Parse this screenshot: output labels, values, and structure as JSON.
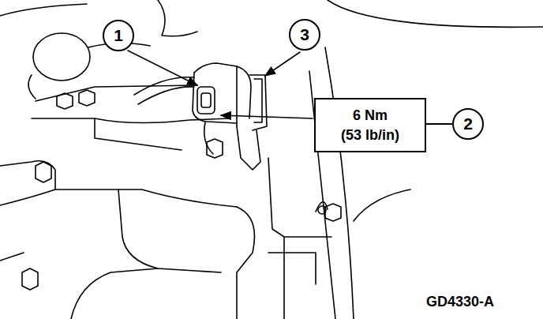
{
  "diagram": {
    "nodes": [
      {
        "text": [
          "1"
        ]
      },
      {
        "text": [
          "3"
        ]
      },
      {
        "text": [
          "6 Nm (53 lb/in)"
        ]
      },
      {
        "text": [
          "2"
        ]
      }
    ],
    "edges": [
      {
        "from": 2,
        "to": 3,
        "arrow": "none"
      }
    ],
    "labels": [
      "GD4330-A"
    ]
  }
}
